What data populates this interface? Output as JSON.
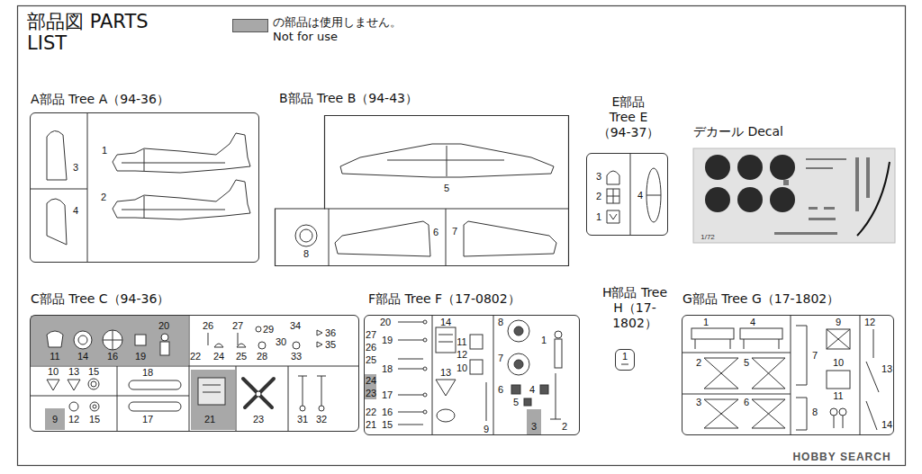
{
  "diagram": {
    "title": "部品図 PARTS LIST",
    "nodes": [
      {
        "text": [
          "A部品 Tree A（94-36）"
        ]
      },
      {
        "text": [
          "B部品 Tree B（94-43）"
        ]
      },
      {
        "text": [
          "E部品 Tree E（94-37）"
        ]
      },
      {
        "text": [
          "デカール Decal"
        ]
      },
      {
        "text": [
          "C部品 Tree C（94-36）"
        ]
      },
      {
        "text": [
          "F部品 Tree F（17-0802）"
        ]
      },
      {
        "text": [
          "H部品 Tree H（17-1802）"
        ]
      },
      {
        "text": [
          "G部品 Tree G（17-1802）"
        ]
      }
    ],
    "labels": [
      "3",
      "1",
      "4",
      "2",
      "5",
      "8",
      "6",
      "7",
      "3",
      "2",
      "1",
      "4",
      "1/72",
      "20",
      "11",
      "14",
      "16",
      "19",
      "26",
      "27",
      "29",
      "34",
      "36",
      "22",
      "24",
      "25",
      "28",
      "30",
      "35",
      "33",
      "10",
      "13",
      "15",
      "18",
      "9",
      "12",
      "15",
      "17",
      "21",
      "23",
      "31",
      "32",
      "27",
      "20",
      "19",
      "26",
      "25",
      "18",
      "24",
      "23",
      "17",
      "22",
      "16",
      "21",
      "15",
      "14",
      "11",
      "12",
      "13",
      "10",
      "9",
      "8",
      "7",
      "6",
      "5",
      "4",
      "3",
      "2",
      "1",
      "1",
      "1",
      "4",
      "9",
      "12",
      "7",
      "2",
      "5",
      "10",
      "13",
      "3",
      "6",
      "8",
      "11",
      "14",
      "HOBBY SEARCH"
    ],
    "legend": [
      {
        "text": "の部品は使用しません。 Not for use",
        "color": "#a8a8a8"
      }
    ]
  }
}
